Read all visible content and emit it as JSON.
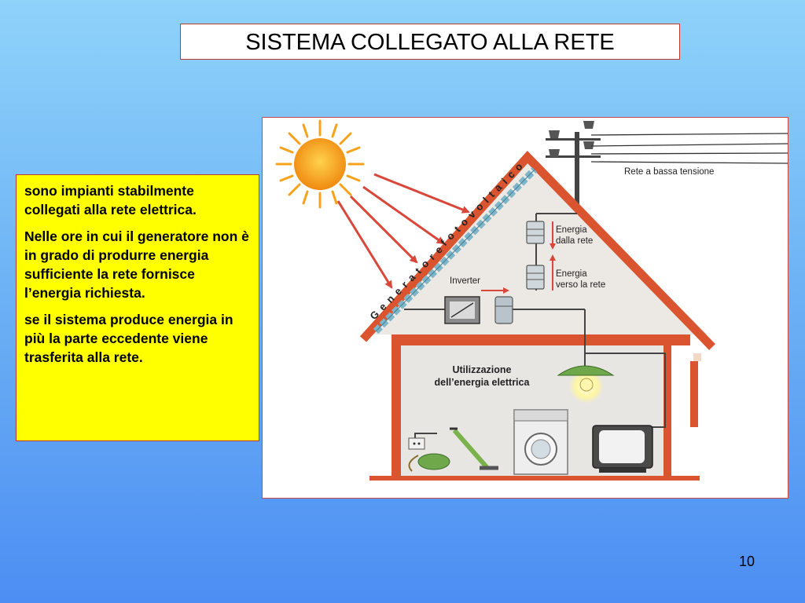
{
  "slide": {
    "title": "SISTEMA COLLEGATO ALLA RETE",
    "page_number": "10"
  },
  "text_box": {
    "paragraphs": [
      "sono impianti stabilmente collegati alla rete elettrica.",
      "Nelle ore in cui il generatore non è in grado di produrre energia sufficiente la rete fornisce l’energia richiesta.",
      "se il sistema produce energia in più la parte eccedente viene trasferita alla rete."
    ]
  },
  "diagram": {
    "labels": {
      "grid": "Rete a bassa tensione",
      "energy_from_grid_1": "Energia",
      "energy_from_grid_2": "dalla rete",
      "energy_to_grid_1": "Energia",
      "energy_to_grid_2": "verso la rete",
      "inverter": "Inverter",
      "usage_1": "Utilizzazione",
      "usage_2": "dell’energia elettrica",
      "generator_word_1": "Generatore",
      "generator_word_2": "fotovoltaico"
    },
    "colors": {
      "roof": "#d9542f",
      "wall": "#ece9e4",
      "arrow": "#d9463a",
      "sun": "#f7a21b",
      "lamp": "#6fa84a"
    }
  }
}
